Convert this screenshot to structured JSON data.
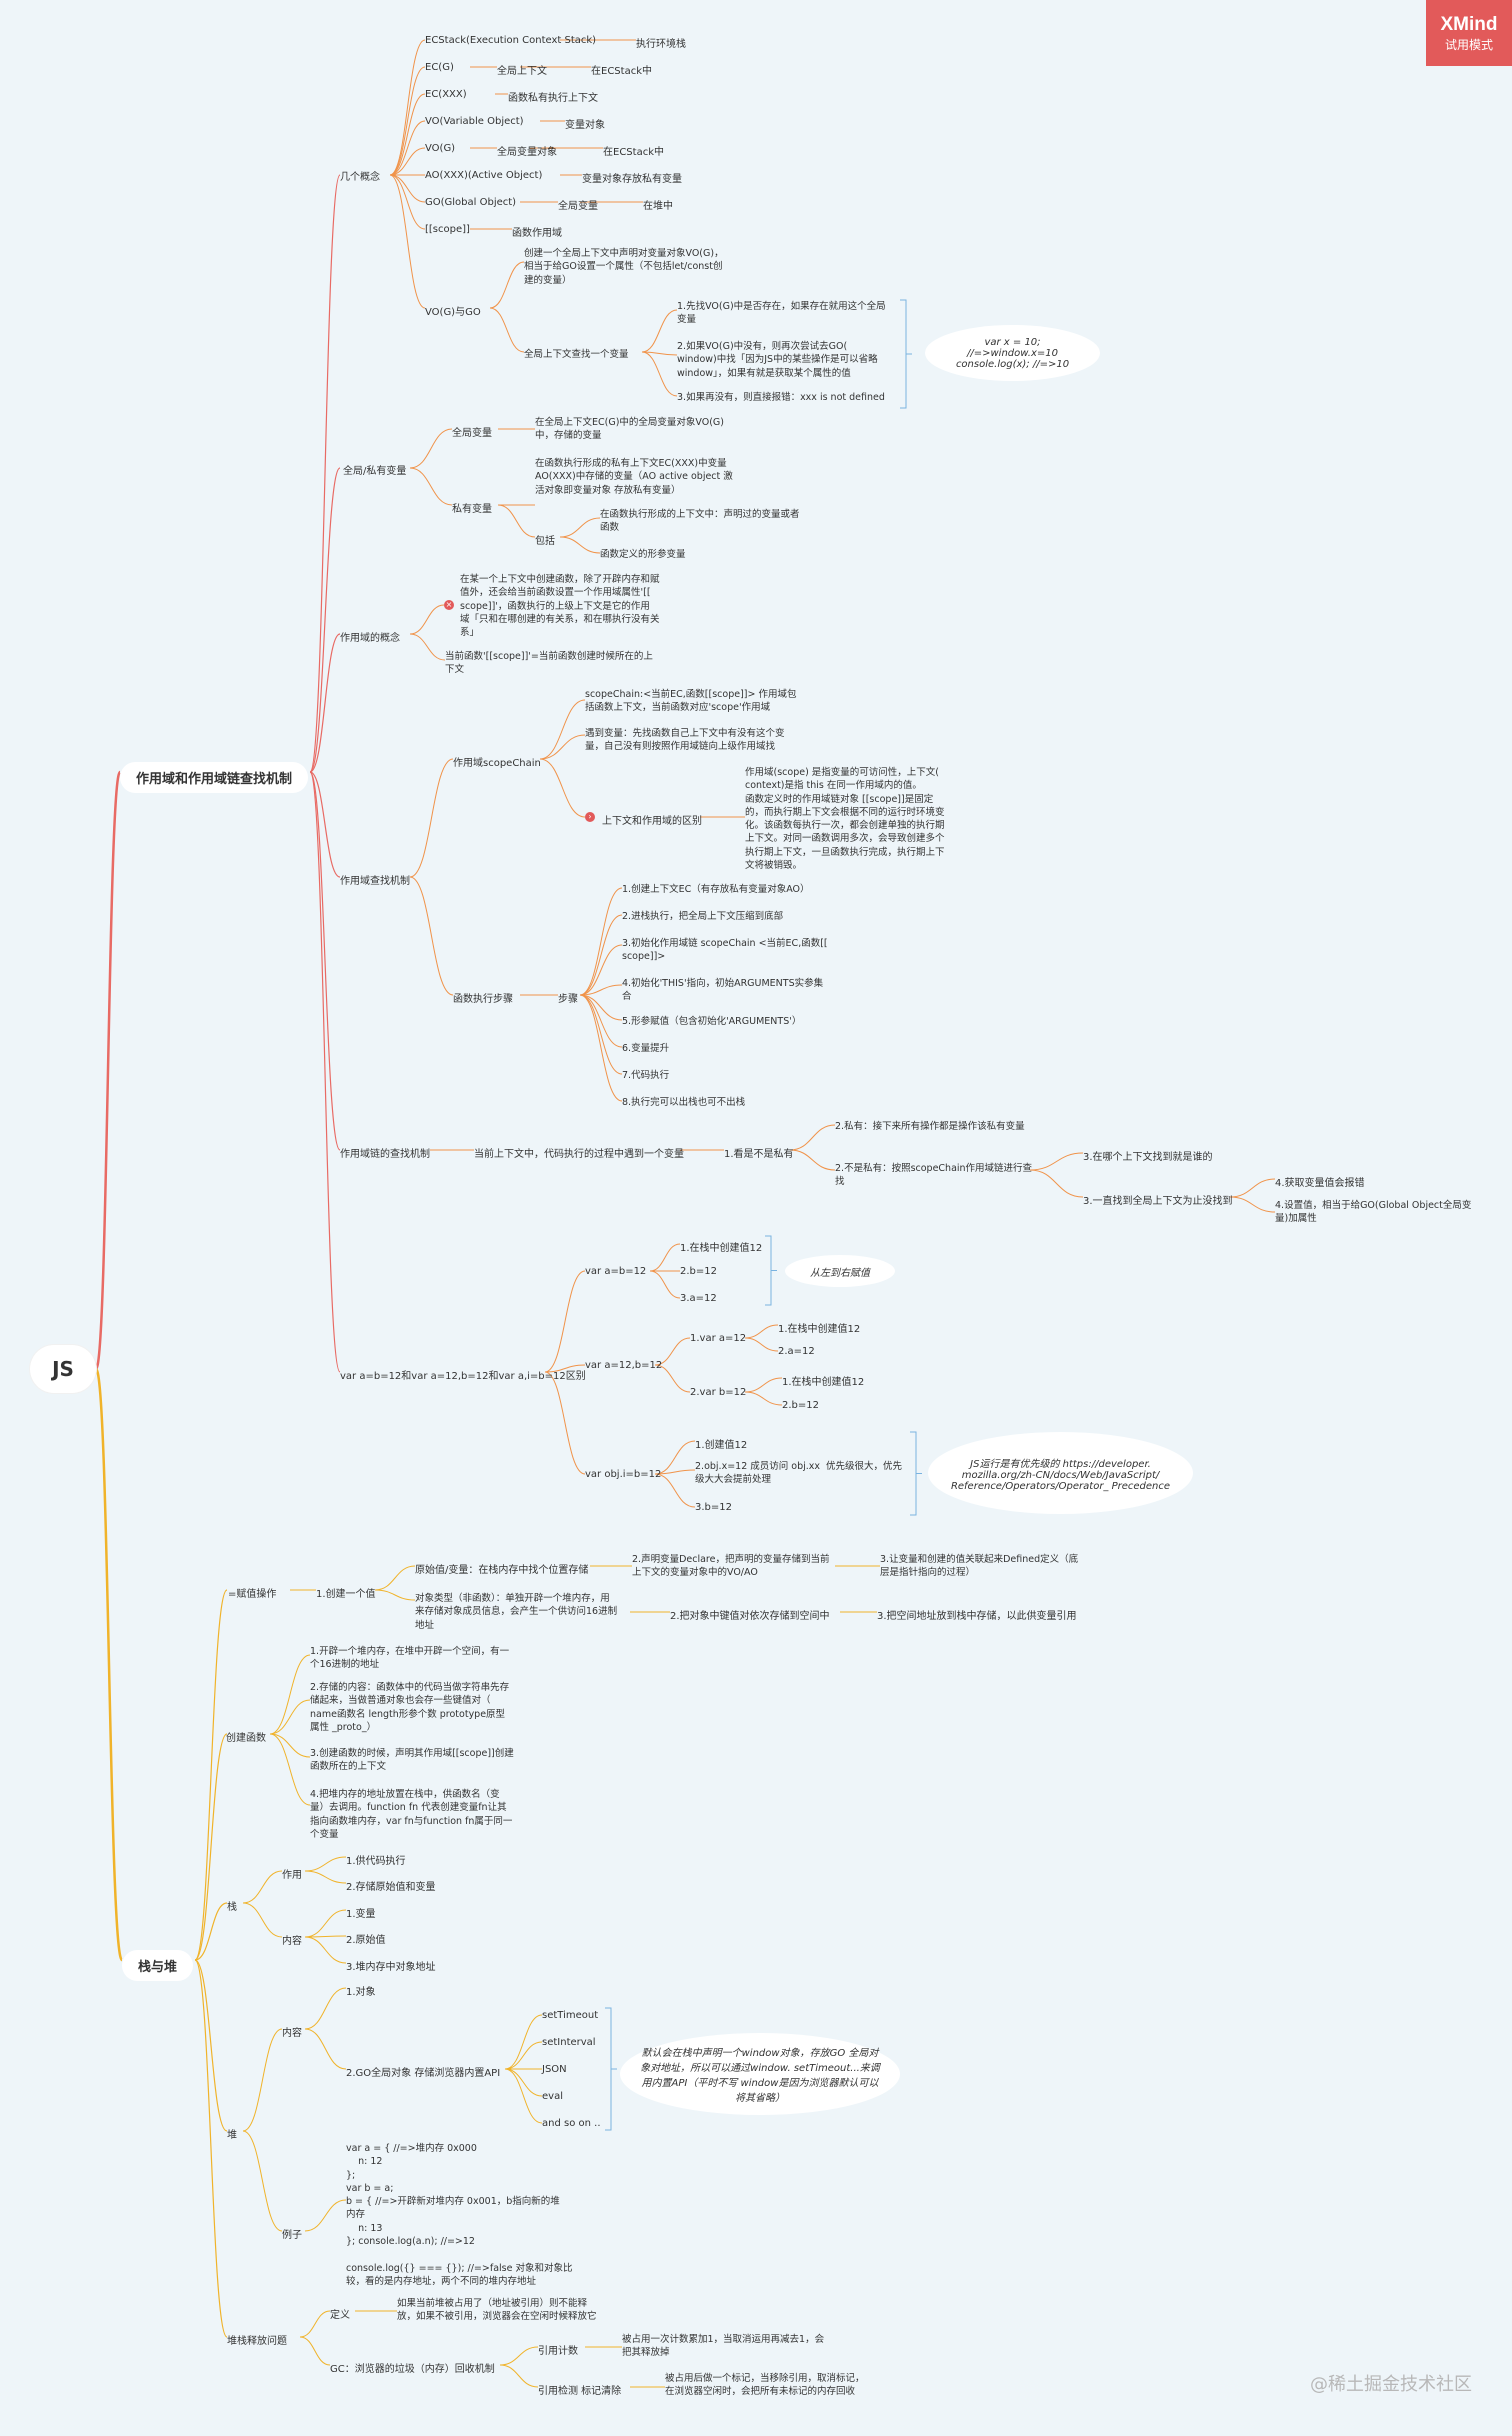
{
  "brand": {
    "title": "XMind",
    "subtitle": "试用模式"
  },
  "watermark": "@稀土掘金技术社区",
  "root": "JS",
  "branch1": {
    "title": "作用域和作用域链查找机制",
    "concepts": {
      "label": "几个概念",
      "items": [
        {
          "k": "ECStack(Execution Context Stack)",
          "v": "执行环境栈"
        },
        {
          "k": "EC(G)",
          "v": "全局上下文",
          "v2": "在ECStack中"
        },
        {
          "k": "EC(XXX)",
          "v": "函数私有执行上下文"
        },
        {
          "k": "VO(Variable Object)",
          "v": "变量对象"
        },
        {
          "k": "VO(G)",
          "v": "全局变量对象",
          "v2": "在ECStack中"
        },
        {
          "k": "AO(XXX)(Active Object)",
          "v": "变量对象存放私有变量"
        },
        {
          "k": "GO(Global Object)",
          "v": "全局变量",
          "v2": "在堆中"
        },
        {
          "k": "[[scope]]",
          "v": "函数作用域"
        }
      ],
      "vogo": {
        "label": "VO(G)与GO",
        "a": "创建一个全局上下文中声明对变量对象VO(G)，\n相当于给GO设置一个属性（不包括let/const创\n建的变量）",
        "b": "全局上下文查找一个变量",
        "steps": [
          "1.先找VO(G)中是否存在，如果存在就用这个全局\n变量",
          "2.如果VO(G)中没有，则再次尝试去GO(\nwindow)中找「因为JS中的某些操作是可以省略\nwindow」，如果有就是获取某个属性的值",
          "3.如果再没有，则直接报错：xxx is not defined"
        ],
        "note": "var x = 10; //=>window.x=10\nconsole.log(x); //=>10"
      }
    },
    "vars": {
      "label": "全局/私有变量",
      "global": {
        "label": "全局变量",
        "text": "在全局上下文EC(G)中的全局变量对象VO(G)\n中，存储的变量"
      },
      "private": {
        "label": "私有变量",
        "text": "在函数执行形成的私有上下文EC(XXX)中变量\nAO(XXX)中存储的变量（AO active object 激\n活对象即变量对象 存放私有变量）",
        "include": "包括",
        "inc1": "在函数执行形成的上下文中：声明过的变量或者\n函数",
        "inc2": "函数定义的形参变量"
      }
    },
    "scope": {
      "label": "作用域的概念",
      "a": "在某一个上下文中创建函数，除了开辟内存和赋\n值外，还会给当前函数设置一个作用域属性'[[\nscope]]'，函数执行的上级上下文是它的作用\n域「只和在哪创建的有关系，和在哪执行没有关\n系」",
      "b": "当前函数'[[scope]]'=当前函数创建时候所在的上\n下文"
    },
    "chainMech": {
      "label": "作用域查找机制",
      "chain": {
        "label": "作用域scopeChain",
        "a": "scopeChain:<当前EC,函数[[scope]]> 作用域包\n括函数上下文，当前函数对应'scope'作用域",
        "b": "遇到变量：先找函数自己上下文中有没有这个变\n量，自己没有则按照作用域链向上级作用域找",
        "c": "上下文和作用域的区别",
        "d": "作用域(scope) 是指变量的可访问性，上下文(\ncontext)是指 this 在同一作用域内的值。\n函数定义时的作用域链对象 [[scope]]是固定\n的，而执行期上下文会根据不同的运行时环境变\n化。该函数每执行一次，都会创建单独的执行期\n上下文。对同一函数调用多次，会导致创建多个\n执行期上下文，一旦函数执行完成，执行期上下\n文将被销毁。"
      },
      "steps": {
        "label": "函数执行步骤",
        "sub": "步骤",
        "items": [
          "1.创建上下文EC（有存放私有变量对象AO）",
          "2.进栈执行，把全局上下文压缩到底部",
          "3.初始化作用域链 scopeChain <当前EC,函数[[\nscope]]>",
          "4.初始化'THIS'指向，初始ARGUMENTS实参集\n合",
          "5.形参赋值（包含初始化'ARGUMENTS'）",
          "6.变量提升",
          "7.代码执行",
          "8.执行完可以出栈也可不出栈"
        ]
      }
    },
    "lookup": {
      "label": "作用域链的查找机制",
      "a": "当前上下文中，代码执行的过程中遇到一个变量",
      "b": "1.看是不是私有",
      "c": "2.私有：接下来所有操作都是操作该私有变量",
      "d": "2.不是私有：按照scopeChain作用域链进行查\n找",
      "e": "3.在哪个上下文找到就是谁的",
      "f": "3.一直找到全局上下文为止没找到",
      "g": "4.获取变量值会报错",
      "h": "4.设置值，相当于给GO(Global Object全局变\n量)加属性"
    },
    "vardiff": {
      "label": "var a=b=12和var a=12,b=12和var a,i=b=12区别",
      "x": {
        "label": "var a=b=12",
        "items": [
          "1.在栈中创建值12",
          "2.b=12",
          "3.a=12"
        ],
        "note": "从左到右赋值"
      },
      "y": {
        "label": "var a=12,b=12",
        "a": "1.var a=12",
        "a1": "1.在栈中创建值12",
        "a2": "2.a=12",
        "b": "2.var b=12",
        "b1": "1.在栈中创建值12",
        "b2": "2.b=12"
      },
      "z": {
        "label": "var obj.i=b=12",
        "items": [
          "1.创建值12",
          "2.obj.x=12 成员访问 obj.xx  优先级很大，优先\n级大大会提前处理",
          "3.b=12"
        ],
        "note": "JS运行是有优先级的 https://developer.\nmozilla.org/zh-CN/docs/Web/JavaScript/\nReference/Operators/Operator_\nPrecedence"
      }
    }
  },
  "branch2": {
    "title": "栈与堆",
    "assign": {
      "label": "=赋值操作",
      "a": "1.创建一个值",
      "p": "原始值/变量：在栈内存中找个位置存储",
      "p1": "2.声明变量Declare，把声明的变量存储到当前\n上下文的变量对象中的VO/AO",
      "p2": "3.让变量和创建的值关联起来Defined定义（底\n层是指针指向的过程）",
      "o": "对象类型（非函数）：单独开辟一个堆内存，用\n来存储对象成员信息，会产生一个供访问16进制\n地址",
      "o1": "2.把对象中键值对依次存储到空间中",
      "o2": "3.把空间地址放到栈中存储，以此供变量引用"
    },
    "fn": {
      "label": "创建函数",
      "items": [
        "1.开辟一个堆内存，在堆中开辟一个空间，有一\n个16进制的地址",
        "2.存储的内容：函数体中的代码当做字符串先存\n储起来，当做普通对象也会存一些键值对（\nname函数名 length形参个数 prototype原型\n属性 _proto_）",
        "3.创建函数的时候，声明其作用域[[scope]]创建\n函数所在的上下文",
        "4.把堆内存的地址放置在栈中，供函数名（变\n量）去调用。function fn 代表创建变量fn让其\n指向函数堆内存，var fn与function fn属于同一\n个变量"
      ]
    },
    "stack": {
      "label": "栈",
      "use": "作用",
      "use1": "1.供代码执行",
      "use2": "2.存储原始值和变量",
      "cont": "内容",
      "c1": "1.变量",
      "c2": "2.原始值",
      "c3": "3.堆内存中对象地址"
    },
    "heap": {
      "label": "堆",
      "cont": "内容",
      "c1": "1.对象",
      "c2": "2.GO全局对象 存储浏览器内置API",
      "apis": [
        "setTimeout",
        "setInterval",
        "JSON",
        "eval",
        "and so on .."
      ],
      "note": "默认会在栈中声明一个window对象，存放GO\n全局对象对地址，所以可以通过window.\nsetTimeout...来调用内置API（平时不写\nwindow是因为浏览器默认可以将其省略）",
      "ex": "例子",
      "code": "var a = { //=>堆内存 0x000\n    n: 12\n};\nvar b = a;\nb = { //=>开辟新对堆内存 0x001，b指向新的堆\n内存\n    n: 13\n}; console.log(a.n); //=>12\n\nconsole.log({} === {}); //=>false 对象和对象比\n较，看的是内存地址，两个不同的堆内存地址"
    },
    "release": {
      "label": "堆栈释放问题",
      "def": "定义",
      "defText": "如果当前堆被占用了（地址被引用）则不能释\n放，如果不被引用，浏览器会在空闲时候释放它",
      "gc": "GC：浏览器的垃圾（内存）回收机制",
      "rc": "引用计数",
      "rcText": "被占用一次计数累加1，当取消运用再减去1，会\n把其释放掉",
      "ms": "引用检测 标记清除",
      "msText": "被占用后做一个标记，当移除引用，取消标记，\n在浏览器空闲时，会把所有未标记的内存回收"
    }
  },
  "colors": {
    "red": "#e86a64",
    "yellow": "#f0b32a",
    "orange": "#f0934a",
    "blue": "#7ab3e0",
    "bg": "#eef5f9"
  }
}
